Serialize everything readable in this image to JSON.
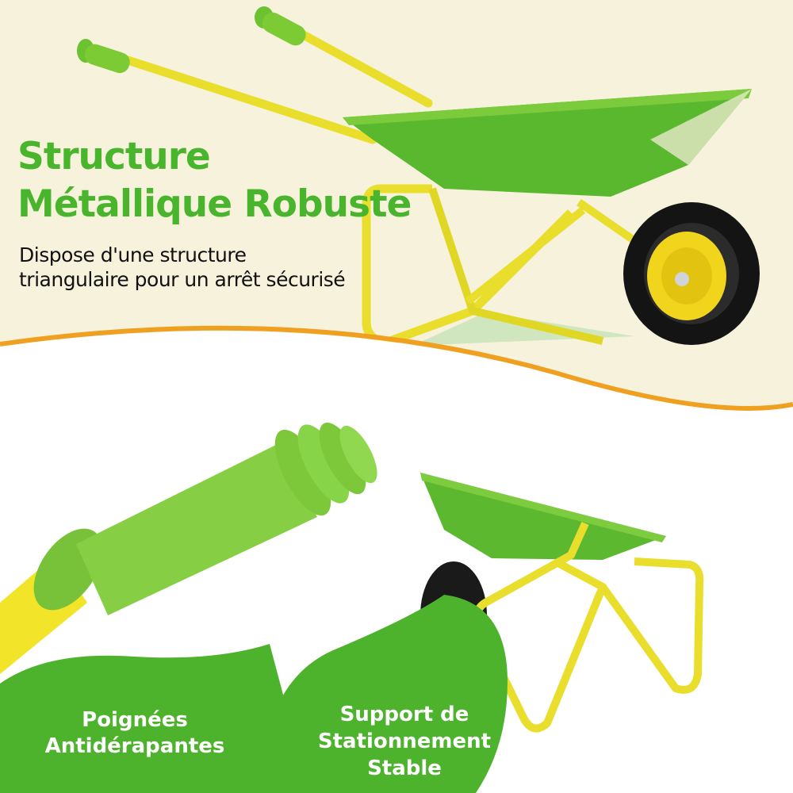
{
  "headline": {
    "line1": "Structure",
    "line2": "Métallique Robuste"
  },
  "subtext": {
    "line1": "Dispose d'une structure",
    "line2": "triangulaire pour un arrêt sécurisé"
  },
  "captions": {
    "left": {
      "line1": "Poignées",
      "line2": "Antidérapantes"
    },
    "right": {
      "line1": "Support de",
      "line2": "Stationnement",
      "line3": "Stable"
    }
  },
  "colors": {
    "brand_green": "#49b52c",
    "frame_yellow": "#e8de2b",
    "background_cream": "#f7f2dc",
    "accent_orange": "#f0a020"
  }
}
